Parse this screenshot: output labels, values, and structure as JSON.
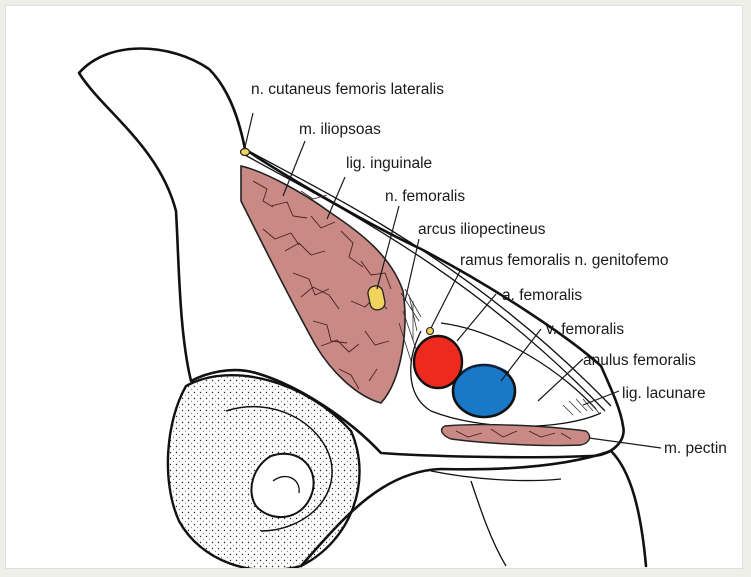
{
  "labels": {
    "n_cutaneus": "n. cutaneus femoris lateralis",
    "m_iliopsoas": "m. iliopsoas",
    "lig_inguinale": "lig. inguinale",
    "n_femoralis": "n. femoralis",
    "arcus": "arcus iliopectineus",
    "ramus": "ramus femoralis n. genitofemo",
    "a_femoralis": "a. femoralis",
    "v_femoralis": "v. femoralis",
    "anulus": "anulus femoralis",
    "lig_lacunare": "lig. lacunare",
    "m_pectin": "m. pectin"
  },
  "colors": {
    "muscle": "#c98a86",
    "artery": "#ee2a1e",
    "vein": "#1a78c8",
    "nerve": "#f2d35e"
  }
}
